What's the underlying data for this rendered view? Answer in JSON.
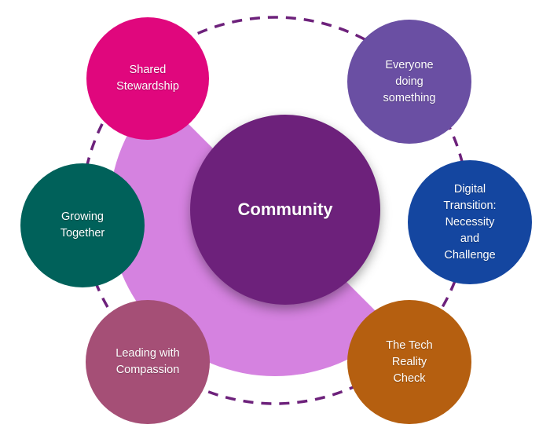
{
  "diagram": {
    "title": "Community",
    "colors": {
      "ring": "#6D217B",
      "sector": "#D582E0",
      "center": "#6D217B"
    },
    "nodes": [
      {
        "id": "shared-stewardship",
        "label": "Shared\nStewardship",
        "color": "#E0077D"
      },
      {
        "id": "everyone-doing-something",
        "label": "Everyone\ndoing\nsomething",
        "color": "#6A4FA3"
      },
      {
        "id": "digital-transition",
        "label": "Digital\nTransition:\nNecessity\nand\nChallenge",
        "color": "#1446A0"
      },
      {
        "id": "growing-together",
        "label": "Growing\nTogether",
        "color": "#00615A"
      },
      {
        "id": "leading-with-compassion",
        "label": "Leading with\nCompassion",
        "color": "#A54F76"
      },
      {
        "id": "tech-reality-check",
        "label": "The Tech\nReality\nCheck",
        "color": "#B55F10"
      }
    ]
  }
}
